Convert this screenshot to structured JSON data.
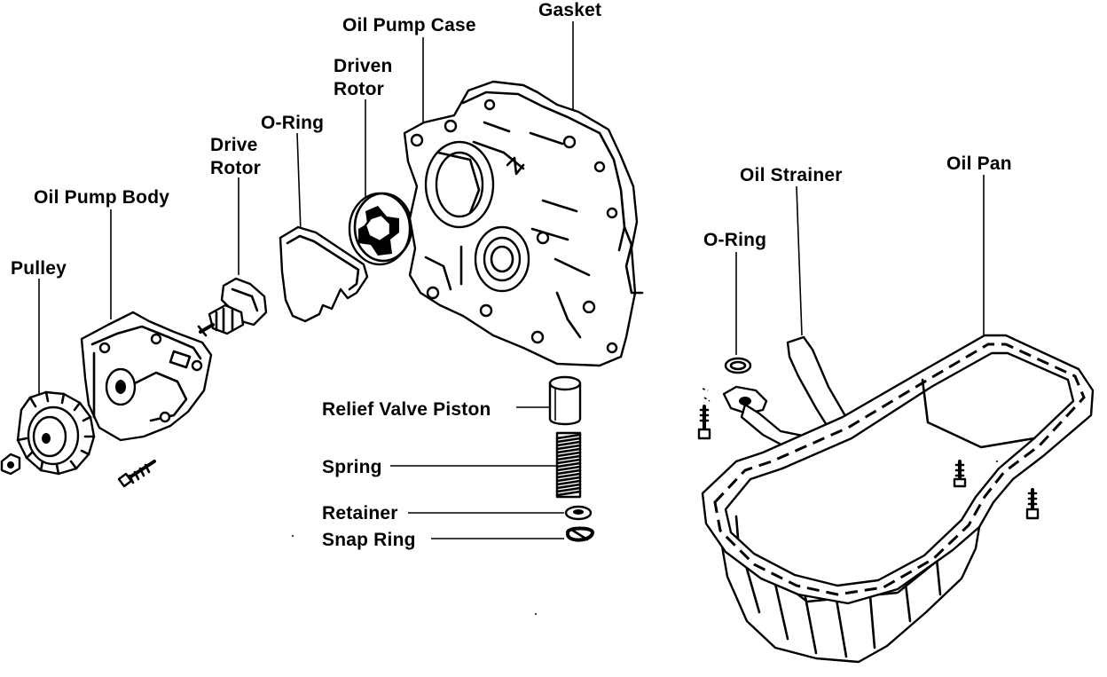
{
  "labels": {
    "gasket": "Gasket",
    "oil_pump_case": "Oil Pump Case",
    "driven_rotor_line1": "Driven",
    "driven_rotor_line2": "Rotor",
    "o_ring_upper": "O-Ring",
    "drive_rotor_line1": "Drive",
    "drive_rotor_line2": "Rotor",
    "oil_pump_body": "Oil Pump Body",
    "pulley": "Pulley",
    "oil_strainer": "Oil Strainer",
    "oil_pan": "Oil Pan",
    "o_ring_lower": "O-Ring",
    "relief_valve_piston": "Relief Valve Piston",
    "spring": "Spring",
    "retainer": "Retainer",
    "snap_ring": "Snap Ring"
  },
  "colors": {
    "ink": "#000000",
    "paper": "#ffffff"
  }
}
